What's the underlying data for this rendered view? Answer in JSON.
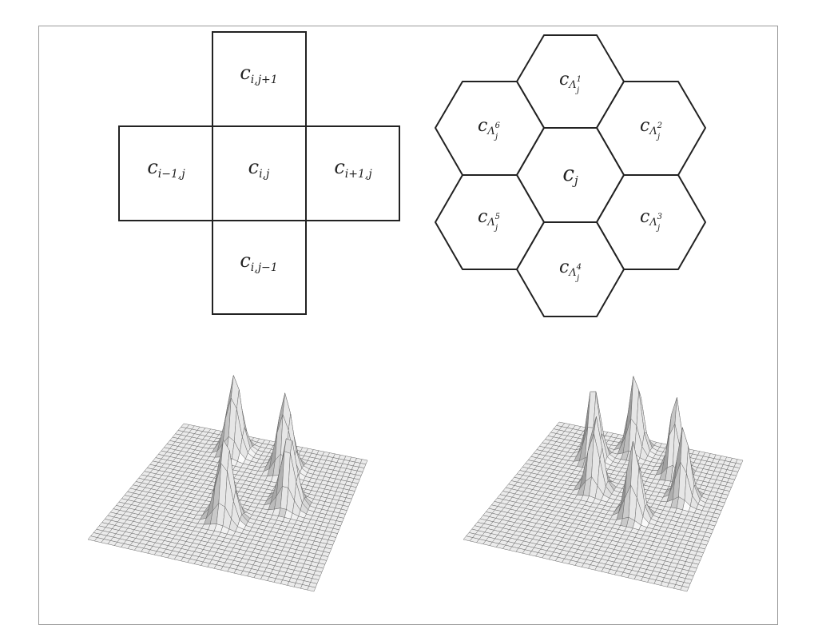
{
  "square_grid": {
    "top": "c_{i,j+1}",
    "left": "c_{i−1,j}",
    "center": "c_{i,j}",
    "right": "c_{i+1,j}",
    "bottom": "c_{i,j−1}"
  },
  "hex_grid": {
    "center": "c_j",
    "n1": "c_{Λ_j^1}",
    "n2": "c_{Λ_j^2}",
    "n3": "c_{Λ_j^3}",
    "n4": "c_{Λ_j^4}",
    "n5": "c_{Λ_j^5}",
    "n6": "c_{Λ_j^6}"
  },
  "surface_plots": {
    "left_peaks": 4,
    "right_peaks": 6
  }
}
